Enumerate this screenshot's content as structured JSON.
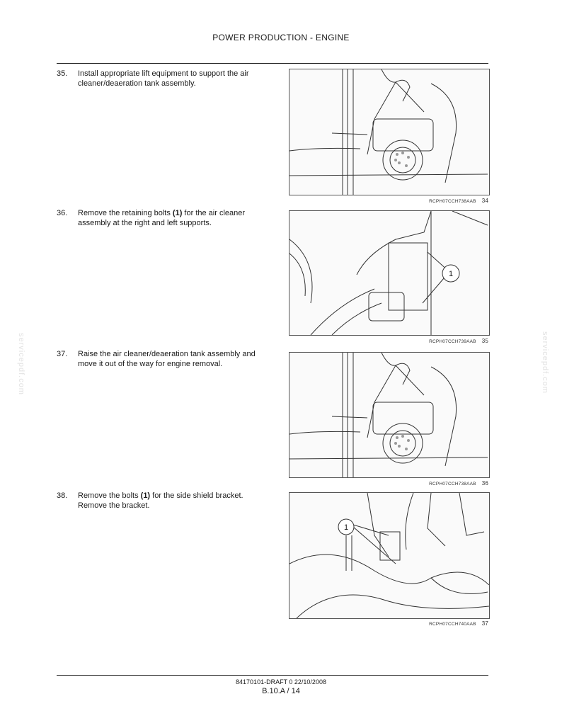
{
  "header": {
    "title": "POWER PRODUCTION - ENGINE"
  },
  "steps": [
    {
      "number": "35.",
      "text": "Install appropriate lift equipment to support the air cleaner/deaeration tank assembly."
    },
    {
      "number": "36.",
      "text_before": "Remove the retaining bolts ",
      "bold": "(1)",
      "text_after": " for the air cleaner assembly at the right and left supports."
    },
    {
      "number": "37.",
      "text": "Raise the air cleaner/deaeration tank assembly and move it out of the way for engine removal."
    },
    {
      "number": "38.",
      "text_before": "Remove the bolts ",
      "bold": "(1)",
      "text_after": " for the side shield bracket. Remove the bracket."
    }
  ],
  "figures": [
    {
      "code": "RCPH07CCH738AAB",
      "number": "34"
    },
    {
      "code": "RCPH07CCH739AAB",
      "number": "35",
      "callout": "1"
    },
    {
      "code": "RCPH07CCH738AAB",
      "number": "36"
    },
    {
      "code": "RCPH07CCH740AAB",
      "number": "37",
      "callout": "1"
    }
  ],
  "watermark": "servicepdf.com",
  "footer": {
    "doc": "84170101-DRAFT 0 22/10/2008",
    "page": "B.10.A / 14"
  }
}
